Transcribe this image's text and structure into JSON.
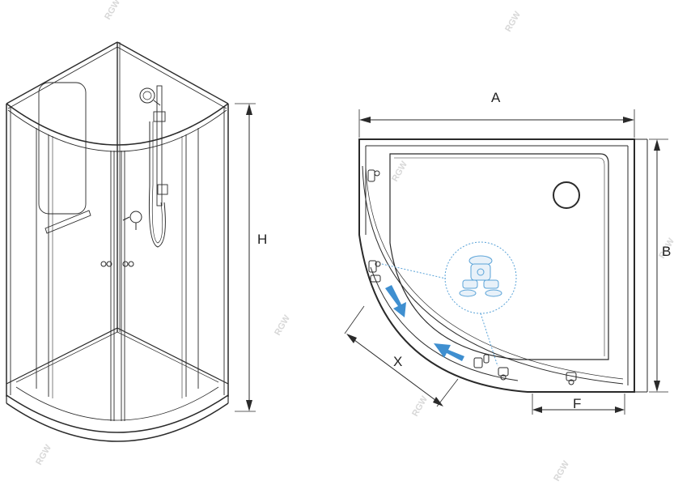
{
  "diagram": {
    "dimension_labels": {
      "height": "H",
      "width_a": "A",
      "depth_b": "B",
      "door_x": "X",
      "tray_f": "F"
    },
    "watermark_text": "RGW",
    "colors": {
      "line": "#2a2a2a",
      "flow_arrow": "#3f8fd0",
      "detail_callout": "#5aa3d8",
      "watermark": "#d4d4d4"
    },
    "icons": [
      "shower-cabin-perspective-drawing",
      "shower-tray-top-view",
      "roller-detail-magnifier-icon",
      "water-flow-arrow-icon"
    ]
  }
}
